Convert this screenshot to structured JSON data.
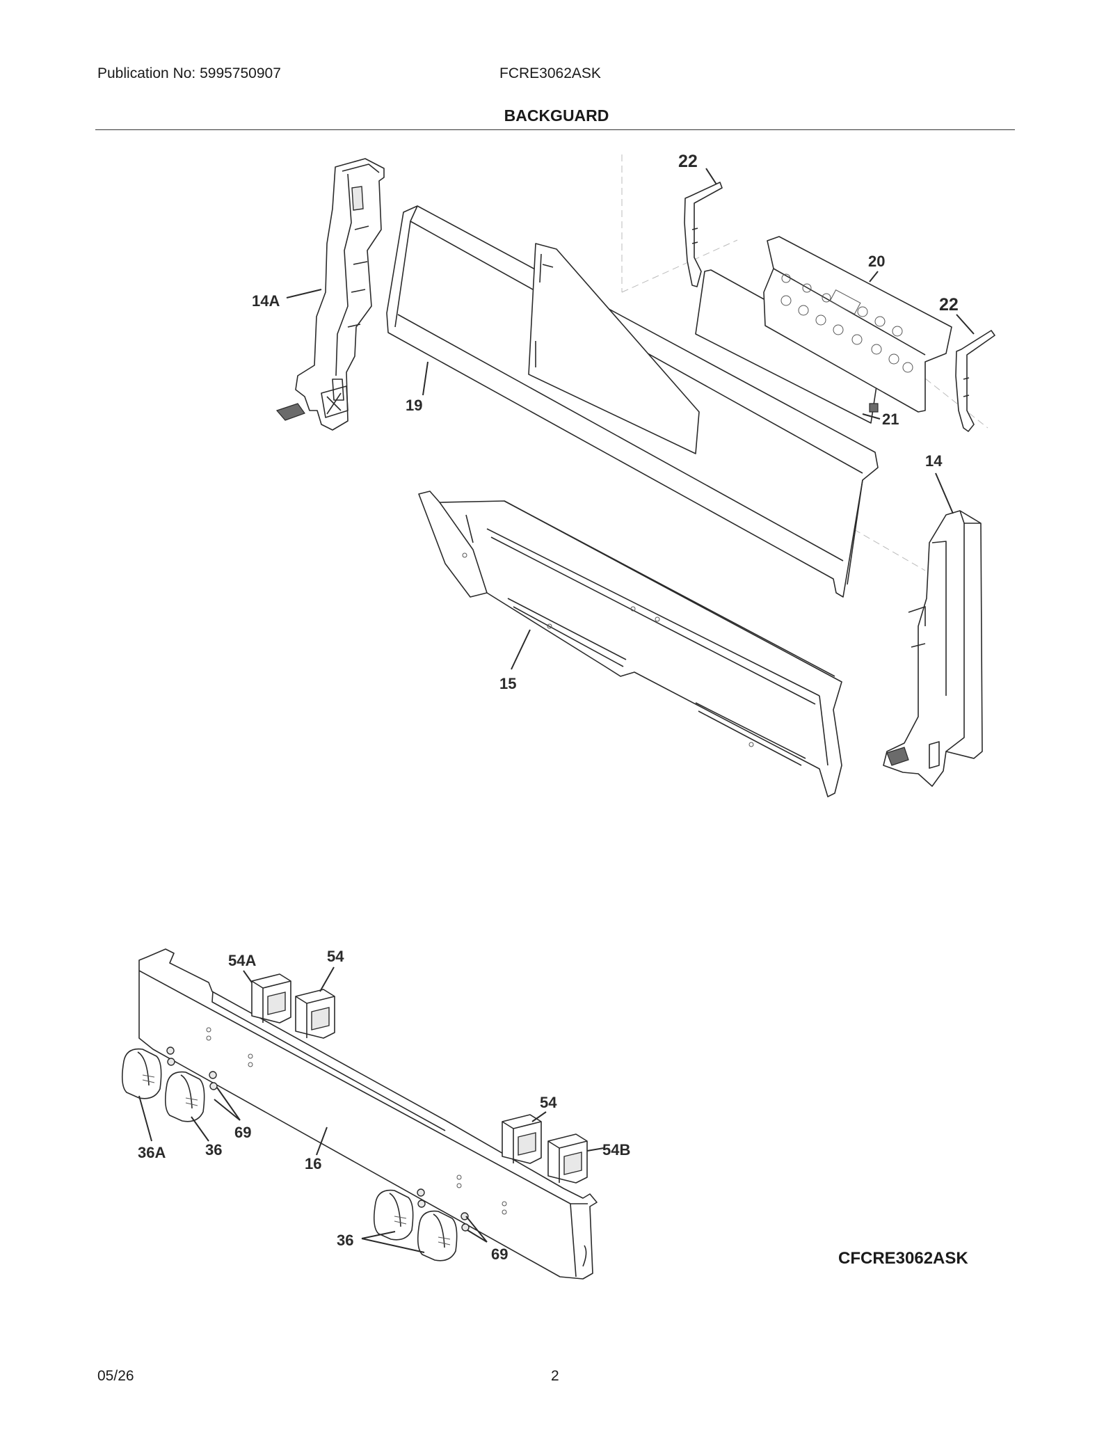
{
  "header": {
    "publication": "Publication No: 5995750907",
    "model": "FCRE3062ASK",
    "section_title": "BACKGUARD"
  },
  "callouts": {
    "c22a": "22",
    "c20": "20",
    "c22b": "22",
    "c14a": "14A",
    "c19": "19",
    "c21": "21",
    "c14": "14",
    "c15": "15",
    "c54a": "54A",
    "c54_top": "54",
    "c54_mid": "54",
    "c54b": "54B",
    "c69_left": "69",
    "c36a": "36A",
    "c36_left": "36",
    "c16": "16",
    "c36_bottom": "36",
    "c69_bottom": "69"
  },
  "diagram_code": "CFCRE3062ASK",
  "footer": {
    "date": "05/26",
    "page": "2"
  }
}
